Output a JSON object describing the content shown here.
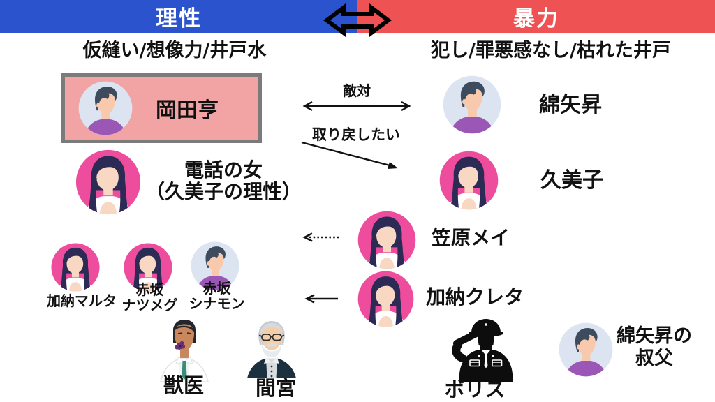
{
  "colors": {
    "blue": "#2b53cd",
    "red": "#ee5253",
    "okada_box_fill": "#f2a3a3",
    "okada_box_border": "#7b7b7b",
    "female_bg": "#ee4d9e",
    "male_bg": "#dbe4f0",
    "hair_navy": "#2b2b55",
    "hair_slate": "#3c4b5d",
    "skin_light": "#f8d8c3",
    "skin_mid": "#f9c9ae",
    "shirt_purple": "#9a57b5",
    "text": "#111111"
  },
  "top_banner": {
    "left": "理性",
    "right": "暴力"
  },
  "subtitles": {
    "left": "仮縫い/想像力/井戸水",
    "right": "犯し/罪悪感なし/枯れた井戸"
  },
  "relations": {
    "hostility": "敵対",
    "take_back": "取り戻したい"
  },
  "characters": {
    "okada": "岡田亨",
    "wataya": "綿矢昇",
    "phone_woman_line1": "電話の女",
    "phone_woman_line2": "（久美子の理性）",
    "kumiko": "久美子",
    "kasahara_may": "笠原メイ",
    "kano_creta": "加納クレタ",
    "kano_malta": "加納マルタ",
    "akasaka_nutmeg_line1": "赤坂",
    "akasaka_nutmeg_line2": "ナツメグ",
    "akasaka_cinnamon_line1": "赤坂",
    "akasaka_cinnamon_line2": "シナモン",
    "vet": "獣医",
    "mamiya": "間宮",
    "boris": "ボリス",
    "wataya_uncle_line1": "綿矢昇の",
    "wataya_uncle_line2": "叔父"
  }
}
